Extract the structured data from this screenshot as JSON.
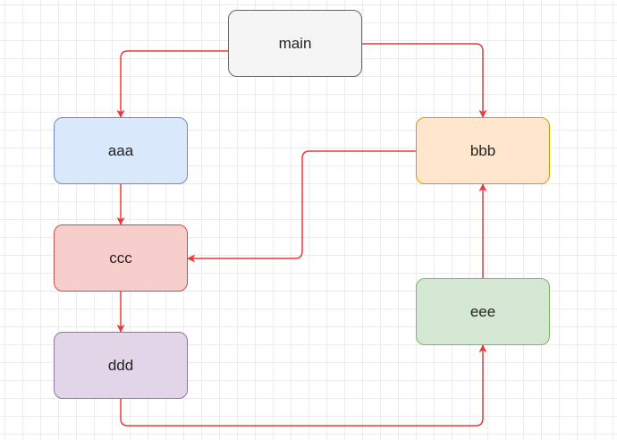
{
  "diagram": {
    "edge_color": "#e83a3a",
    "nodes": [
      {
        "id": "main",
        "label": "main",
        "fill": "#f5f5f5",
        "stroke": "#666666"
      },
      {
        "id": "aaa",
        "label": "aaa",
        "fill": "#dae8fc",
        "stroke": "#6c8ebf"
      },
      {
        "id": "bbb",
        "label": "bbb",
        "fill": "#ffe6cc",
        "stroke": "#d79b00"
      },
      {
        "id": "ccc",
        "label": "ccc",
        "fill": "#f8cecc",
        "stroke": "#b85450"
      },
      {
        "id": "ddd",
        "label": "ddd",
        "fill": "#e1d5e7",
        "stroke": "#9673a6"
      },
      {
        "id": "eee",
        "label": "eee",
        "fill": "#d5e8d4",
        "stroke": "#82b366"
      }
    ],
    "edges": [
      {
        "from": "main",
        "to": "aaa"
      },
      {
        "from": "main",
        "to": "bbb"
      },
      {
        "from": "aaa",
        "to": "ccc"
      },
      {
        "from": "bbb",
        "to": "ccc"
      },
      {
        "from": "ccc",
        "to": "ddd"
      },
      {
        "from": "ddd",
        "to": "eee"
      },
      {
        "from": "eee",
        "to": "bbb"
      }
    ]
  }
}
